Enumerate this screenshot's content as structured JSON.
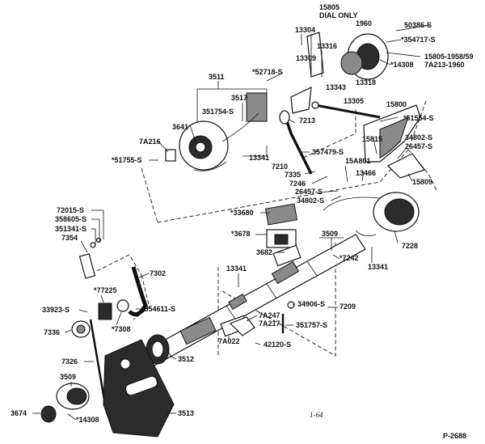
{
  "labels": {
    "p15805_dial": "15805",
    "dial_only": "DIAL ONLY",
    "y1960": "1960",
    "p50386": "50386-S",
    "p354717": "*354717-S",
    "p14308_top": "*14308",
    "p15805_1958": "15805-1958/59",
    "p7a213": "7A213-1960",
    "p13304": "13304",
    "p13316": "13316",
    "p13309": "13309",
    "p13343": "13343",
    "p13318": "13318",
    "p3511": "3511",
    "p52718": "*52718-S",
    "p3517": "3517",
    "p351754": "351754-S",
    "p7213": "7213",
    "p13305": "13305",
    "p15800": "15800",
    "p51554": "*51554-S",
    "p3641": "3641",
    "p7a216": "7A216",
    "p13341_top": "13341",
    "p357479": "357479-S",
    "p15815": "15815",
    "p34802_a": "34802-S",
    "p26457_a": "26457-S",
    "p51755": "*51755-S",
    "p7210": "7210",
    "p15a801": "15A801",
    "p13466": "13466",
    "p7335": "7335",
    "p7246": "7246",
    "p15809": "15809",
    "p26457_b": "26457-S",
    "p34802_b": "34802-S",
    "p72015": "72015-S",
    "p358605": "358605-S",
    "p351341": "351341-S",
    "p7354": "7354",
    "p33680": "*33680",
    "p3678": "*3678",
    "p3509_mid": "3509",
    "p7228": "7228",
    "p3682": "3682",
    "p7242": "*7242",
    "p13341_mid": "13341",
    "p7302": "7302",
    "p13341_low": "13341",
    "p77225": "*77225",
    "p354611": "*354611-S",
    "p34906": "34906-S",
    "p7209": "7209",
    "p33923": "33923-S",
    "p7308": "*7308",
    "p7a247": "7A247",
    "p7a217": "7A217",
    "p351757": "351757-S",
    "p7336": "7336",
    "p7a022": "7A022",
    "p42120": "42120-S",
    "p3512": "3512",
    "p7326": "7326",
    "p3509_low": "3509",
    "p3674": "3674",
    "p14308_low": "*14308",
    "p3513": "3513",
    "page_num": "1-64",
    "plate": "P-2688"
  }
}
